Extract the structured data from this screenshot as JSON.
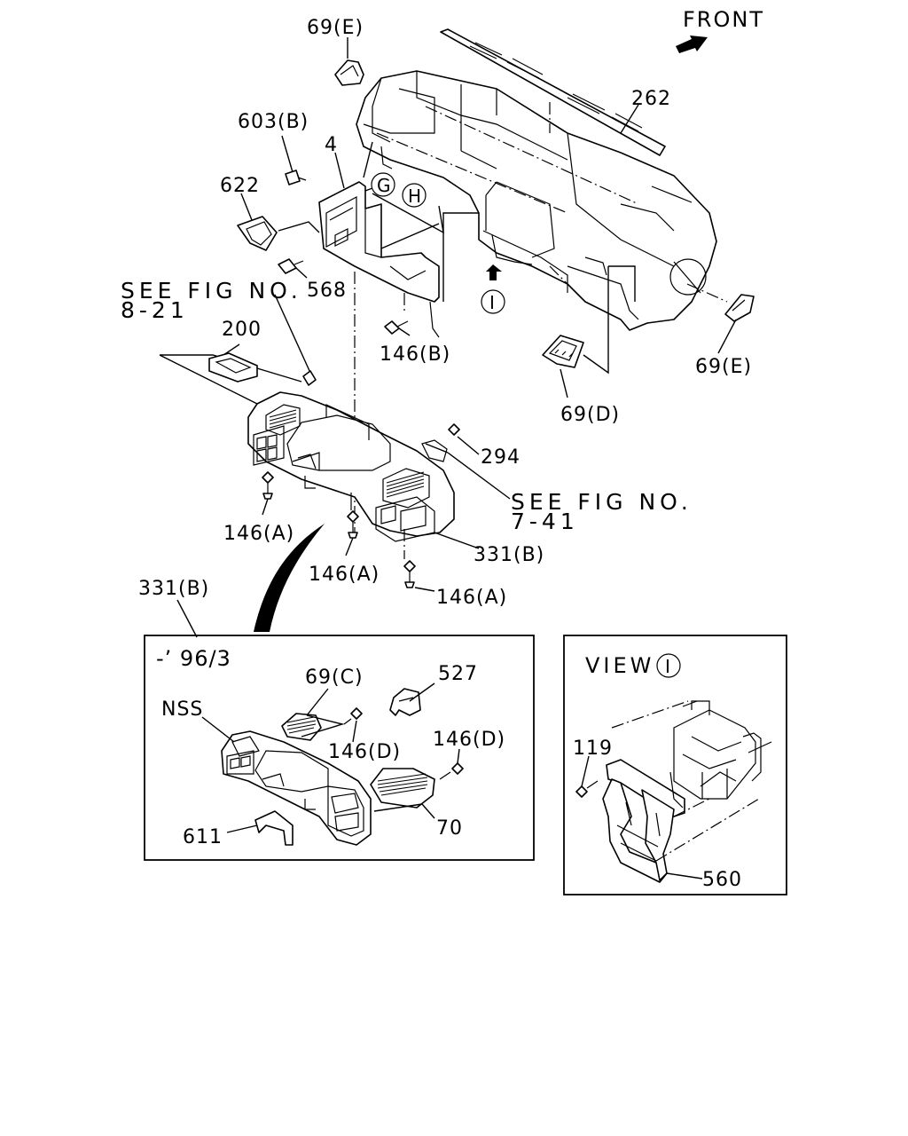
{
  "front_marker": {
    "label": "FRONT"
  },
  "main_view": {
    "labels": {
      "p69e_top": "69(E)",
      "p262": "262",
      "p603b": "603(B)",
      "p4": "4",
      "p622": "622",
      "p568": "568",
      "p146b": "146(B)",
      "p200": "200",
      "p69e_right": "69(E)",
      "p69d": "69(D)",
      "p294": "294",
      "p146a_left": "146(A)",
      "p146a_mid": "146(A)",
      "p146a_right": "146(A)",
      "p331b_right": "331(B)",
      "p331b_left": "331(B)"
    },
    "circle_markers": {
      "g": "G",
      "h": "H",
      "view_arrow": "I"
    },
    "references": {
      "fig_821_line1": "SEE FIG NO.",
      "fig_821_line2": "8-21",
      "fig_741_line1": "SEE FIG NO.",
      "fig_741_line2": "7-41"
    }
  },
  "inset_variant": {
    "period": "-’ 96/3",
    "labels": {
      "p69c": "69(C)",
      "p527": "527",
      "nss": "NSS",
      "p146d_left": "146(D)",
      "p146d_right": "146(D)",
      "p70": "70",
      "p611": "611"
    }
  },
  "inset_view": {
    "title": "VIEW",
    "marker": "I",
    "labels": {
      "p119": "119",
      "p560": "560"
    }
  }
}
